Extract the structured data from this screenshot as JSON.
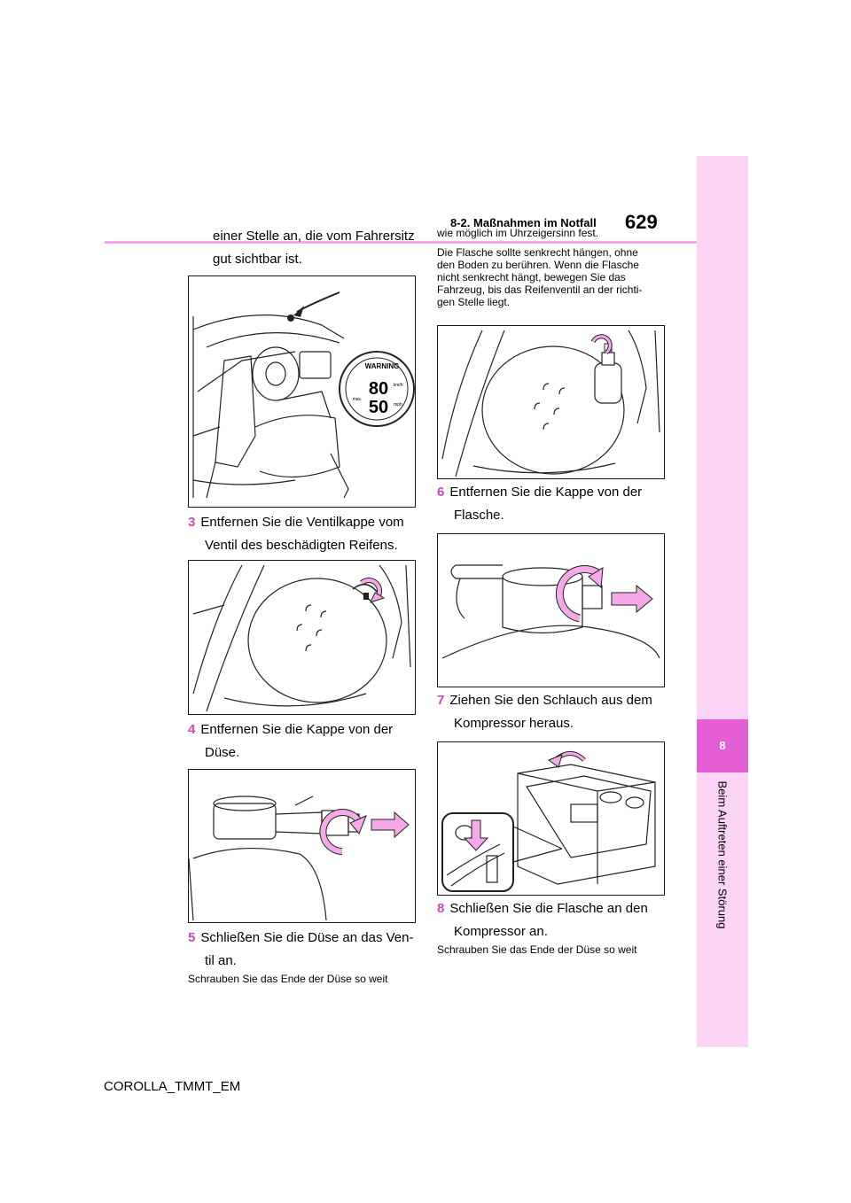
{
  "header": {
    "page_number": "629",
    "section": "8-2. Maßnahmen im Notfall"
  },
  "side_tab": {
    "chapter_number": "8",
    "chapter_title": "Beim Auftreten einer Störung"
  },
  "left_column": {
    "intro_line1": "einer Stelle an, die vom Fahrersitz",
    "intro_line2": "gut sichtbar ist.",
    "warning_label": {
      "title": "WARNING",
      "max_label": "max.",
      "speed_kmh": "80",
      "speed_mph": "50",
      "unit_kmh": "km/h",
      "unit_mph": "mph"
    },
    "step3": {
      "num": "3",
      "line1": "Entfernen Sie die Ventilkappe vom",
      "line2": "Ventil des beschädigten Reifens."
    },
    "step4": {
      "num": "4",
      "line1": "Entfernen Sie die Kappe von der",
      "line2": "Düse."
    },
    "step5": {
      "num": "5",
      "line1": "Schließen Sie die Düse an das Ven-",
      "line2": "til an."
    },
    "note": "Schrauben Sie das Ende der Düse so weit"
  },
  "right_column": {
    "cont_line": "wie möglich im Uhrzeigersinn fest.",
    "note_lines": [
      "Die Flasche sollte senkrecht hängen, ohne",
      "den Boden zu berühren. Wenn die Flasche",
      "nicht senkrecht hängt, bewegen Sie das",
      "Fahrzeug, bis das Reifenventil an der richti-",
      "gen Stelle liegt."
    ],
    "step6": {
      "num": "6",
      "line1": "Entfernen Sie die Kappe von der",
      "line2": "Flasche."
    },
    "step7": {
      "num": "7",
      "line1": "Ziehen Sie den Schlauch aus dem",
      "line2": "Kompressor heraus."
    },
    "step8": {
      "num": "8",
      "line1": "Schließen Sie die Flasche an den",
      "line2": "Kompressor an."
    },
    "note": "Schrauben Sie das Ende der Düse so weit"
  },
  "footer": {
    "doc_id": "COROLLA_TMMT_EM"
  },
  "colors": {
    "accent": "#e35fd3",
    "tab_bg": "#fbd3f5",
    "rule": "#f2a9e6",
    "step_number": "#c74cb7",
    "arrow_fill": "#f5a9e8"
  }
}
